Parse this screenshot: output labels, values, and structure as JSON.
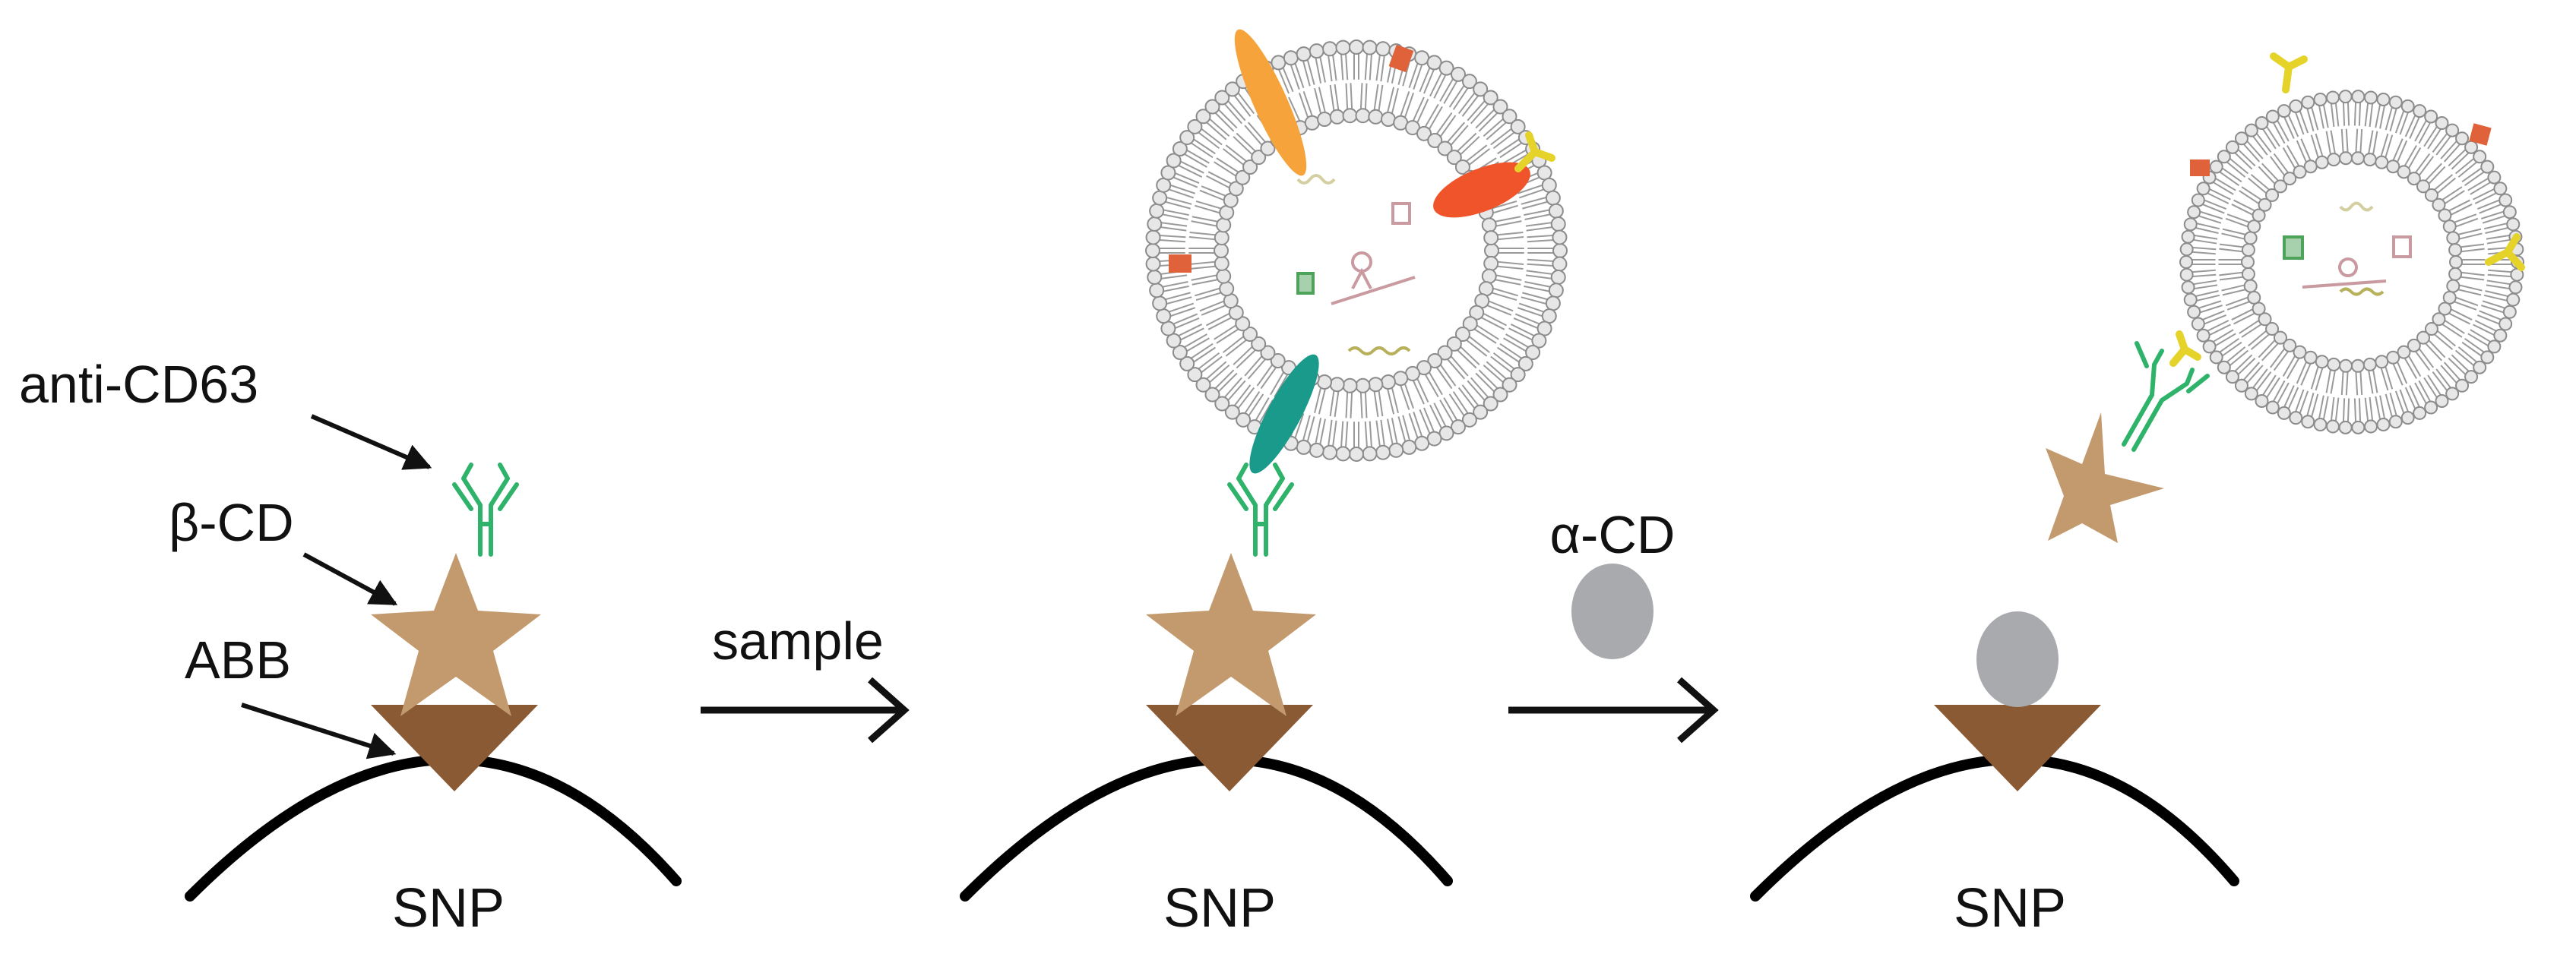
{
  "labels": {
    "anti_cd63": "anti-CD63",
    "beta_cd": "β-CD",
    "abb": "ABB",
    "sample": "sample",
    "alpha_cd": "α-CD",
    "snp": "SNP"
  },
  "colors": {
    "ink": "#111111",
    "snp_curve": "#000000",
    "abb": "#8a5a34",
    "beta_cd": "#c39a6e",
    "antibody": "#2fb36b",
    "alpha_cd": "#a8aaad",
    "lipid_head": "#e7e7e7",
    "lipid_outline": "#8c8c8c",
    "lipid_tail": "#9a9a9a",
    "protein_orange": "#f5a33a",
    "protein_red": "#f0542a",
    "protein_teal": "#1a9a8a",
    "protein_small": "#e0623a",
    "receptor_yellow": "#e6d32a",
    "cargo_green": "#4ea35a",
    "cargo_pink": "#c99aa0",
    "cargo_olive": "#b6b15a"
  }
}
